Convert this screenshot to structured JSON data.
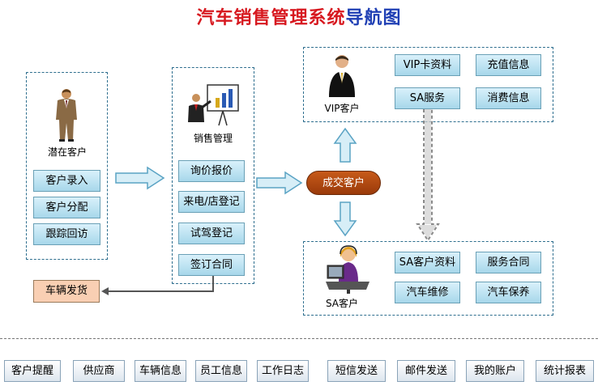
{
  "title": {
    "part1": "汽车销售管理系统",
    "part2": "导航图"
  },
  "colors": {
    "title_red": "#d71920",
    "title_blue": "#1f3fb4",
    "button_blue": "#a7d7ea",
    "deal_brown": "#b04a12",
    "ship_orange": "#f9cfb3"
  },
  "potential": {
    "caption": "潜在客户",
    "icon": "businessman-icon",
    "buttons": [
      "客户录入",
      "客户分配",
      "跟踪回访"
    ]
  },
  "sales": {
    "caption": "销售管理",
    "icon": "presentation-icon",
    "buttons": [
      "询价报价",
      "来电/店登记",
      "试驾登记",
      "签订合同"
    ]
  },
  "ship": {
    "label": "车辆发货"
  },
  "deal": {
    "label": "成交客户"
  },
  "vip": {
    "caption": "VIP客户",
    "icon": "vip-person-icon",
    "buttons": [
      "VIP卡资料",
      "充值信息",
      "SA服务",
      "消费信息"
    ]
  },
  "sa": {
    "caption": "SA客户",
    "icon": "service-agent-icon",
    "buttons": [
      "SA客户资料",
      "服务合同",
      "汽车维修",
      "汽车保养"
    ]
  },
  "bottom_nav": [
    "客户提醒",
    "供应商",
    "车辆信息",
    "员工信息",
    "工作日志",
    "短信发送",
    "邮件发送",
    "我的账户",
    "统计报表"
  ]
}
